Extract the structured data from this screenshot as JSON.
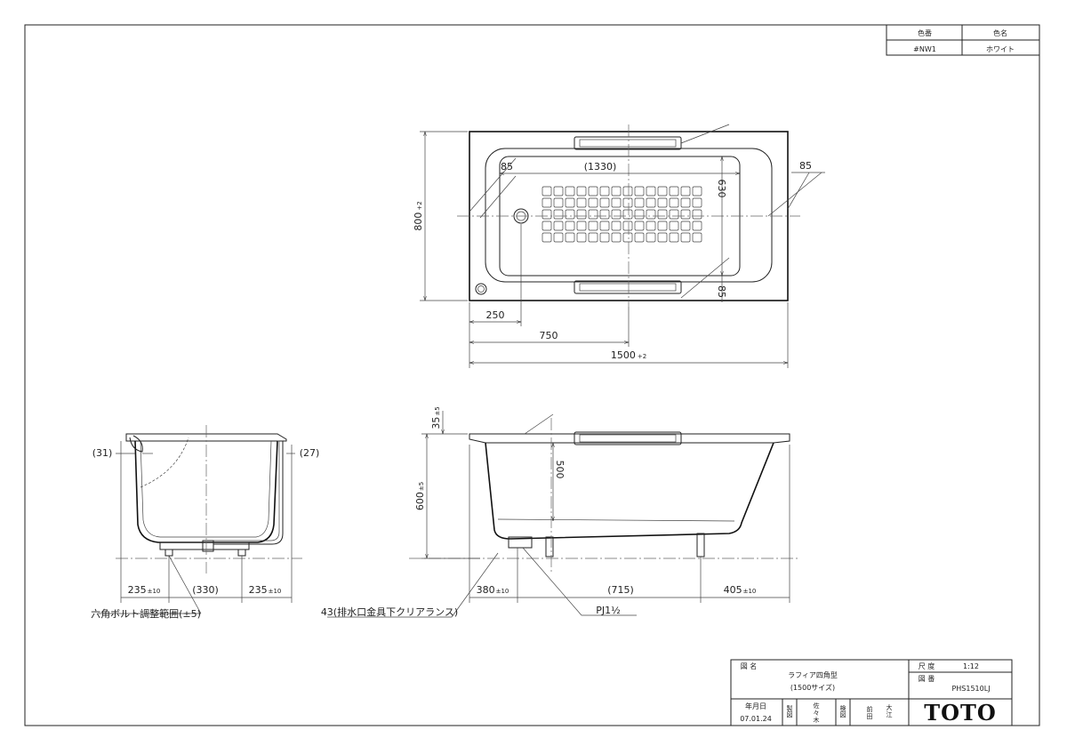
{
  "color_table": {
    "header_code": "色番",
    "header_name": "色名",
    "code": "#NW1",
    "name": "ホワイト"
  },
  "plan_view": {
    "length": "1500",
    "length_tol": "+2",
    "width": "800",
    "width_tol": "+2",
    "inner_length": "(1330)",
    "inner_width": "630",
    "left_rim": "85",
    "right_rim": "85",
    "bottom_rim": "85",
    "drain_offset": "250",
    "center_offset": "750"
  },
  "side_view": {
    "left_lip": "(31)",
    "right_lip": "(27)",
    "dim_left": "235",
    "dim_left_tol": "±10",
    "dim_mid": "(330)",
    "dim_right": "235",
    "dim_right_tol": "±10",
    "note_bolt": "六角ボルト調整範囲(±5)"
  },
  "front_view": {
    "rim_height": "35",
    "rim_tol": "±5",
    "total_height": "600",
    "total_tol": "±5",
    "depth": "500",
    "dim_a": "380",
    "dim_a_tol": "±10",
    "dim_b": "(715)",
    "dim_c": "405",
    "dim_c_tol": "±10",
    "note_drain": "43(排水口金具下クリアランス)",
    "note_pj": "PJ1½"
  },
  "title_block": {
    "label_name": "図 名",
    "name_line1": "ラフィア四角型",
    "name_line2": "(1500サイズ)",
    "label_scale": "尺 度",
    "scale": "1:12",
    "label_number": "図 番",
    "number": "PHS1510LJ",
    "label_date": "年月日",
    "date": "07.01.24",
    "label_made": "製図",
    "made_by_1": "佐",
    "made_by_2": "々",
    "made_by_3": "木",
    "label_check": "検図",
    "check_1": "前",
    "check_2": "田",
    "check_3": "大",
    "check_4": "江",
    "logo": "TOTO"
  }
}
